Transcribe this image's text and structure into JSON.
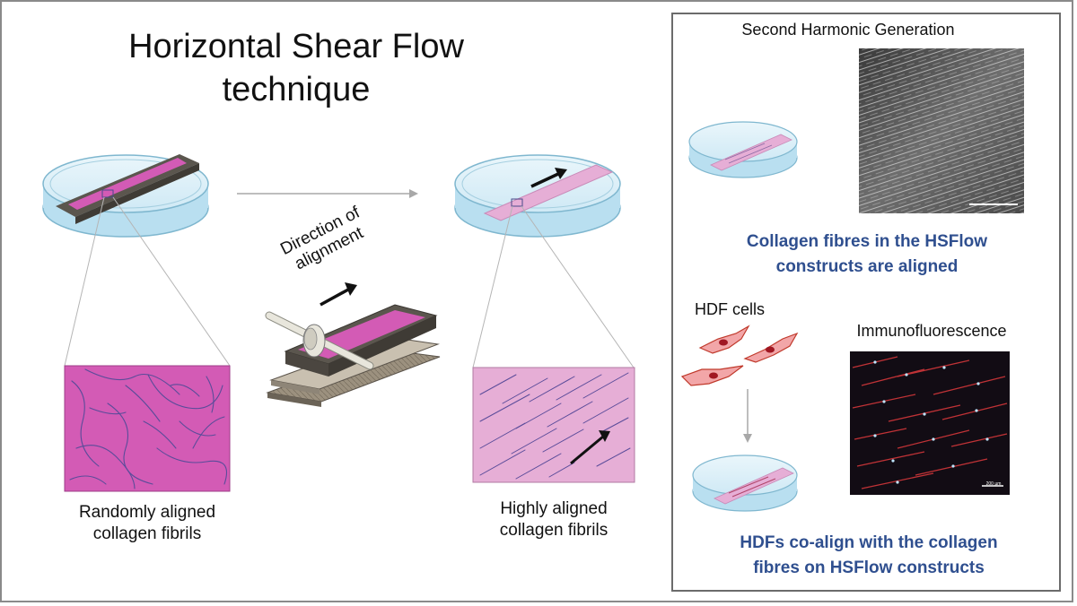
{
  "left": {
    "title_line1": "Horizontal Shear Flow",
    "title_line2": "technique",
    "random_caption_line1": "Randomly aligned",
    "random_caption_line2": "collagen fibrils",
    "aligned_caption_line1": "Highly aligned",
    "aligned_caption_line2": "collagen fibrils",
    "direction_label_line1": "Direction of",
    "direction_label_line2": "alignment"
  },
  "right_panel": {
    "shg_label": "Second Harmonic Generation",
    "shg_statement_line1": "Collagen fibres in the HSFlow",
    "shg_statement_line2": "constructs are aligned",
    "hdf_label": "HDF cells",
    "if_label": "Immunofluorescence",
    "scale_bar_label": "200 µm",
    "hdf_statement_line1": "HDFs co-align with the collagen",
    "hdf_statement_line2": "fibres on HSFlow constructs"
  },
  "colors": {
    "collagen_magenta": "#d35bb5",
    "collagen_pale": "#e6aed6",
    "dish_blue": "#b9dff0",
    "statement_blue": "#2f4f8f",
    "frame_gray": "#6b6b6b"
  }
}
